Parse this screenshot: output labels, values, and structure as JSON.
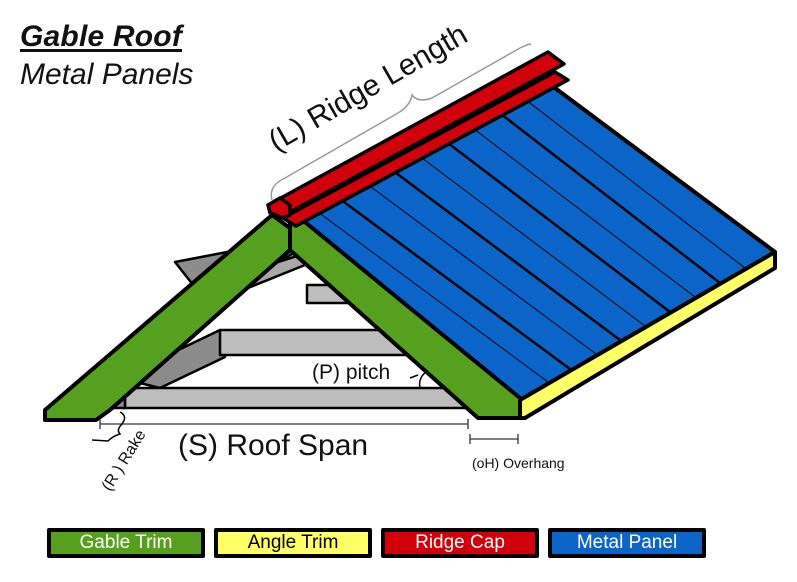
{
  "header": {
    "title": "Gable Roof",
    "subtitle": "Metal Panels"
  },
  "labels": {
    "ridge_length": "(L) Ridge Length",
    "pitch": "(P) pitch",
    "rake": "(R ) Rake",
    "roof_span": "(S) Roof Span",
    "overhang": "(oH) Overhang"
  },
  "colors": {
    "gable_trim": "#56a01f",
    "angle_trim": "#ffff66",
    "ridge_cap": "#d2000a",
    "metal_panel": "#0b64c8",
    "truss_light": "#bdbdbd",
    "truss_dark": "#8c8c8c",
    "outline": "#000000"
  },
  "legend": [
    {
      "label": "Gable Trim",
      "color": "#56a01f",
      "text_color": "#ffffff"
    },
    {
      "label": "Angle Trim",
      "color": "#ffff66",
      "text_color": "#000000"
    },
    {
      "label": "Ridge Cap",
      "color": "#d2000a",
      "text_color": "#ffffff"
    },
    {
      "label": "Metal Panel",
      "color": "#0b64c8",
      "text_color": "#ffffff"
    }
  ]
}
